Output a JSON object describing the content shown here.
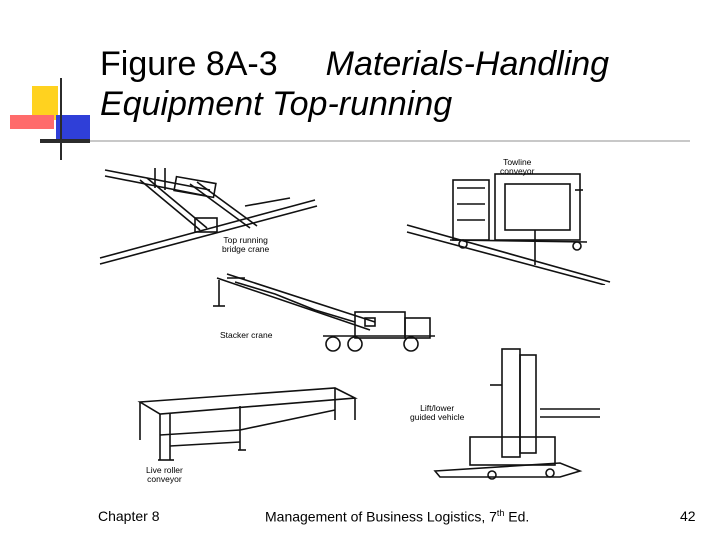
{
  "slide": {
    "title_line1_prefix": "Figure 8A-3",
    "title_line1_italic": "Materials-Handling",
    "title_line2_italic": "Equipment Top-running",
    "accent_colors": {
      "yellow": "#ffd21f",
      "red": "#ff3b3b",
      "blue": "#2f3fd8"
    }
  },
  "figure": {
    "labels": {
      "bridge_crane": [
        "Top running",
        "bridge crane"
      ],
      "towline": [
        "Towline",
        "conveyor"
      ],
      "stacker_crane": [
        "Stacker crane"
      ],
      "roller_conveyor": [
        "Live roller",
        "conveyor"
      ],
      "guided_vehicle": [
        "Lift/lower",
        "guided vehicle"
      ]
    }
  },
  "footer": {
    "left": "Chapter 8",
    "center_prefix": "Management of Business Logistics, 7",
    "center_sup": "th",
    "center_suffix": " Ed.",
    "page_number": "42"
  }
}
